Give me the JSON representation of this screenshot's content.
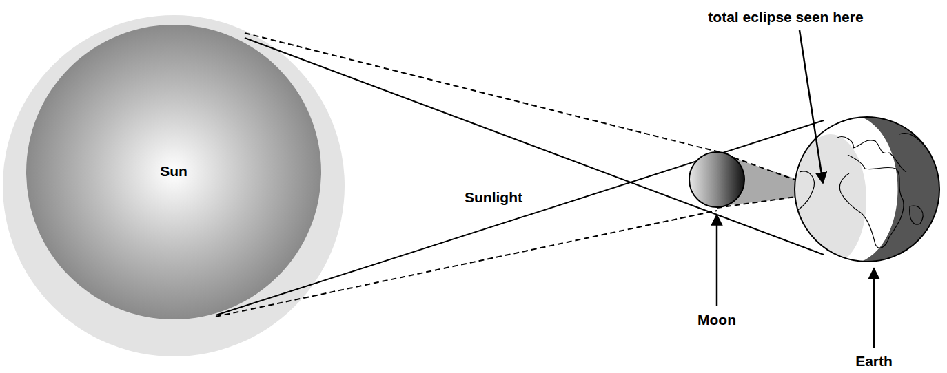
{
  "diagram": {
    "nodes": [
      {
        "text": [
          "Sun"
        ]
      }
    ],
    "labels": [
      "total eclipse seen here",
      "Sunlight",
      "Moon",
      "Earth"
    ]
  }
}
